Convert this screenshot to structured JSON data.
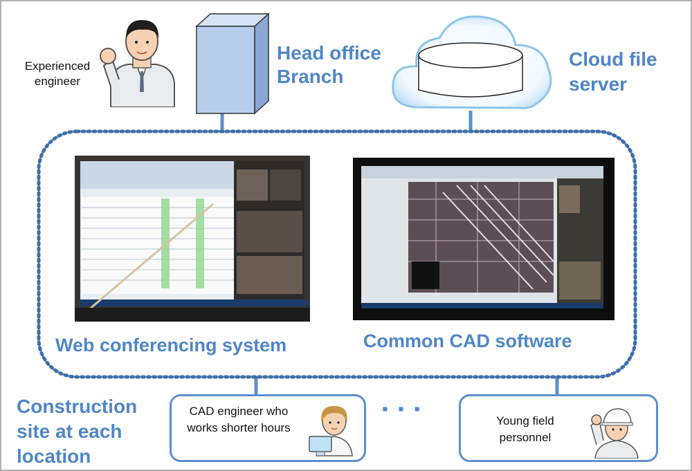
{
  "experienced_engineer": "Experienced engineer",
  "head_office": "Head office Branch",
  "cloud_server": "Cloud file server",
  "web_conferencing": "Web conferencing system",
  "common_cad": "Common CAD software",
  "construction_site": "Construction site at each location",
  "cad_engineer": "CAD engineer who works shorter hours",
  "young_personnel": "Young field personnel",
  "ellipsis": "▪ ▪ ▪",
  "colors": {
    "accent_blue": "#4f86c6",
    "dotted_line": "#3f6fa8",
    "server_face": "#b7cdec",
    "cloud_edge": "#8ec4ea"
  }
}
